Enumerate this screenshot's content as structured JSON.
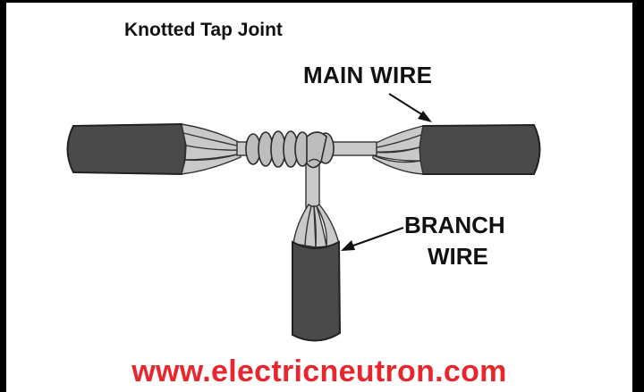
{
  "diagram": {
    "title": "Knotted Tap Joint",
    "labels": {
      "main_wire": "MAIN WIRE",
      "branch_wire_line1": "BRANCH",
      "branch_wire_line2": "WIRE"
    },
    "footer": "www.electricneutron.com"
  },
  "colors": {
    "frame": "#000000",
    "background": "#ffffff",
    "insulation": "#4a4a4a",
    "conductor": "#c9c9c9",
    "outline": "#222222",
    "text": "#111111",
    "footer_text": "#e8262d"
  }
}
